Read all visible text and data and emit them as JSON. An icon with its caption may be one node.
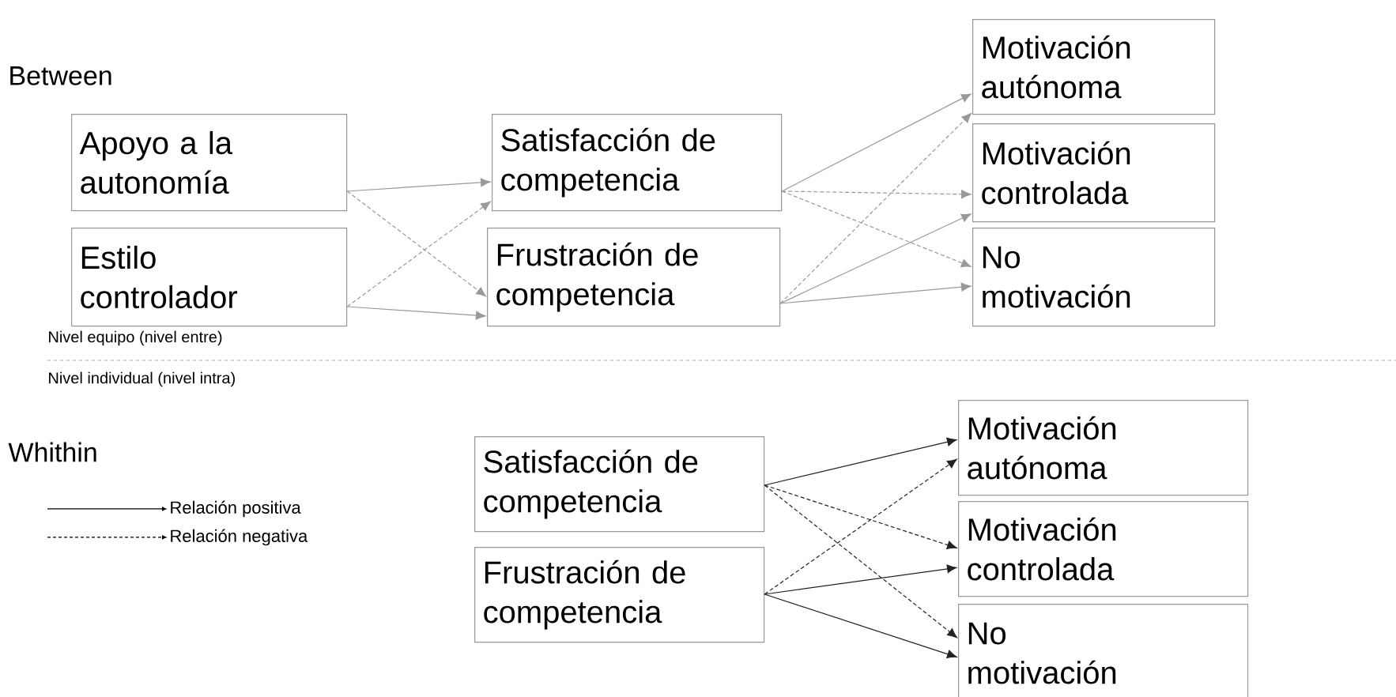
{
  "diagram": {
    "nodes": [
      {
        "text": [
          "Apoyo a la autonomía"
        ]
      },
      {
        "text": [
          "Estilo controlador"
        ]
      },
      {
        "text": [
          "Satisfacción de competencia"
        ]
      },
      {
        "text": [
          "Frustración de competencia"
        ]
      },
      {
        "text": [
          "Motivación autónoma"
        ]
      },
      {
        "text": [
          "Motivación controlada"
        ]
      },
      {
        "text": [
          "No motivación"
        ]
      },
      {
        "text": [
          "Satisfacción de competencia"
        ]
      },
      {
        "text": [
          "Frustración de competencia"
        ]
      },
      {
        "text": [
          "Motivación autónoma"
        ]
      },
      {
        "text": [
          "Motivación controlada"
        ]
      },
      {
        "text": [
          "No motivación"
        ]
      }
    ],
    "edges": [
      {
        "from": 0,
        "to": 2,
        "arrow": "to"
      },
      {
        "from": 0,
        "to": 3,
        "arrow": "to",
        "style": "dashed"
      },
      {
        "from": 1,
        "to": 2,
        "arrow": "to",
        "style": "dashed"
      },
      {
        "from": 1,
        "to": 3,
        "arrow": "to"
      },
      {
        "from": 2,
        "to": 4,
        "arrow": "to"
      },
      {
        "from": 2,
        "to": 5,
        "arrow": "to",
        "style": "dashed"
      },
      {
        "from": 2,
        "to": 6,
        "arrow": "to",
        "style": "dashed"
      },
      {
        "from": 3,
        "to": 4,
        "arrow": "to",
        "style": "dashed"
      },
      {
        "from": 3,
        "to": 5,
        "arrow": "to"
      },
      {
        "from": 3,
        "to": 6,
        "arrow": "to"
      },
      {
        "from": 7,
        "to": 9,
        "arrow": "to",
        "color": "#222222"
      },
      {
        "from": 7,
        "to": 10,
        "arrow": "to",
        "style": "dashed",
        "color": "#222222"
      },
      {
        "from": 7,
        "to": 11,
        "arrow": "to",
        "style": "dashed",
        "color": "#222222"
      },
      {
        "from": 8,
        "to": 9,
        "arrow": "to",
        "style": "dashed",
        "color": "#222222"
      },
      {
        "from": 8,
        "to": 10,
        "arrow": "to",
        "color": "#222222"
      },
      {
        "from": 8,
        "to": 11,
        "arrow": "to",
        "color": "#222222"
      }
    ],
    "labels": [
      "Between",
      "Nivel equipo (nivel entre)",
      "Nivel individual (nivel intra)",
      "Whithin"
    ],
    "legend": [
      {
        "text": "Relación positiva"
      },
      {
        "text": "Relación negativa"
      }
    ]
  }
}
